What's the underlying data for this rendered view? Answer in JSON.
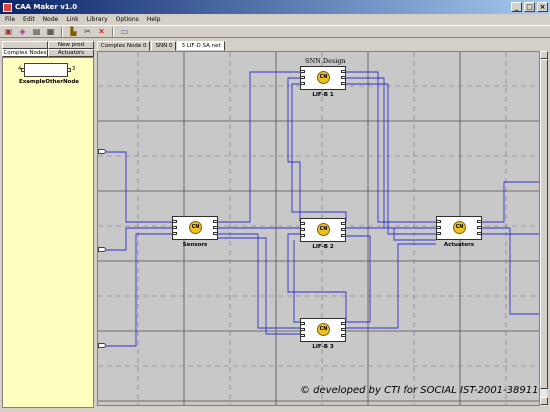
{
  "window": {
    "title": "CAA Maker v1.0"
  },
  "menu": [
    "File",
    "Edit",
    "Node",
    "Link",
    "Library",
    "Options",
    "Help"
  ],
  "toolbar": [
    "new-icon",
    "open-icon",
    "save-icon",
    "export-icon",
    "print-icon",
    "cut-icon",
    "delete-icon",
    "settings-icon"
  ],
  "left_tabs": {
    "top_left": "",
    "top_right": "New prod",
    "bottom_left": "Complex Nodes",
    "bottom_right": "Actuators"
  },
  "palette": {
    "node_name": "ExampleOtherNode",
    "pin_in": "4",
    "pin_out": "3"
  },
  "canvas_tabs": [
    "Complex Node 0",
    "SNN 0",
    "3 LIF-D SA net"
  ],
  "design_title": "SNN Design",
  "nodes": {
    "lif1": {
      "label": "LIF-B 1",
      "core": "CN"
    },
    "lif2": {
      "label": "LIF-B 2",
      "core": "CN"
    },
    "lif3": {
      "label": "LIF-B 3",
      "core": "CN"
    },
    "sensors": {
      "label": "Sensors",
      "core": "CN"
    },
    "actuators": {
      "label": "Actuators",
      "core": "CN"
    }
  },
  "credit": "© developed by CTI for SOCIAL IST-2001-38911",
  "colors": {
    "wire": "#3030d0",
    "canvas": "#c8c8c8",
    "core": "#f0c020",
    "palette_bg": "#ffffc0"
  }
}
